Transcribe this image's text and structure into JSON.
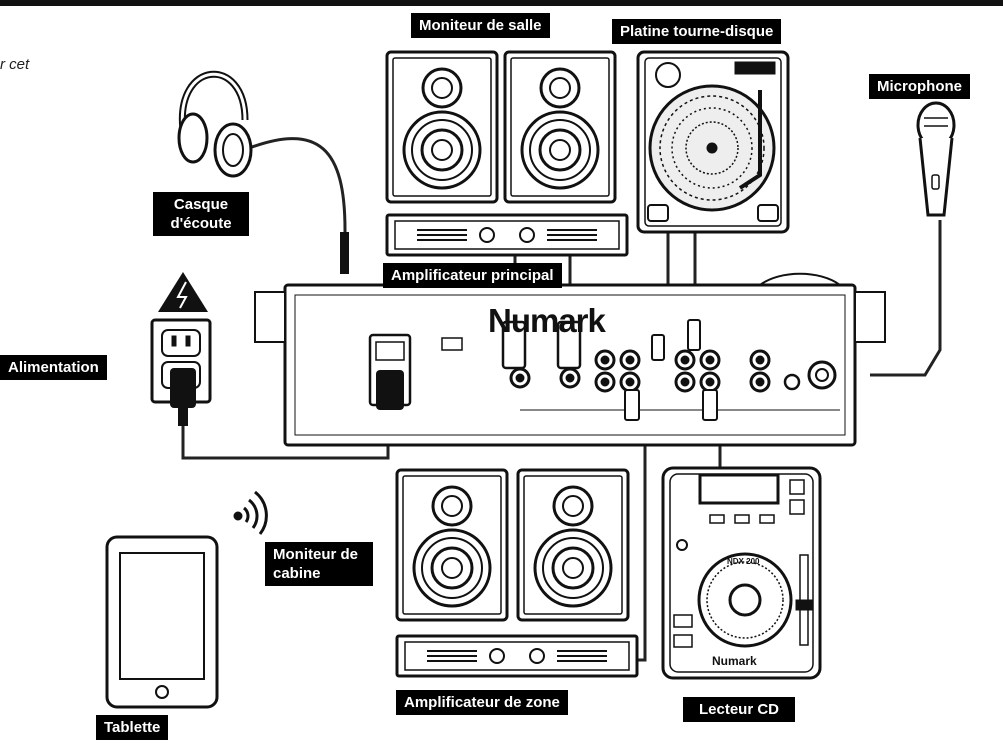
{
  "intro_fragment": "r cet",
  "labels": {
    "room_monitor": "Moniteur de salle",
    "turntable": "Platine tourne-disque",
    "microphone": "Microphone",
    "headphones": "Casque d'écoute",
    "main_amp": "Amplificateur principal",
    "power": "Alimentation",
    "booth_monitor": "Moniteur de cabine",
    "tablet": "Tablette",
    "zone_amp": "Amplificateur de zone",
    "cd_player": "Lecteur CD"
  },
  "brand": {
    "mixer": "Numark",
    "cd": "Numark",
    "cd_model": "NDX 200"
  },
  "icons": [
    "headphones-icon",
    "speaker-icon",
    "amplifier-icon",
    "turntable-icon",
    "microphone-icon",
    "mixer-icon",
    "power-outlet-icon",
    "warning-icon",
    "wireless-icon",
    "tablet-icon",
    "cd-player-icon",
    "plug-icon"
  ],
  "colors": {
    "ink": "#111111",
    "label_bg": "#000000",
    "label_text": "#ffffff",
    "line": "#222222"
  }
}
